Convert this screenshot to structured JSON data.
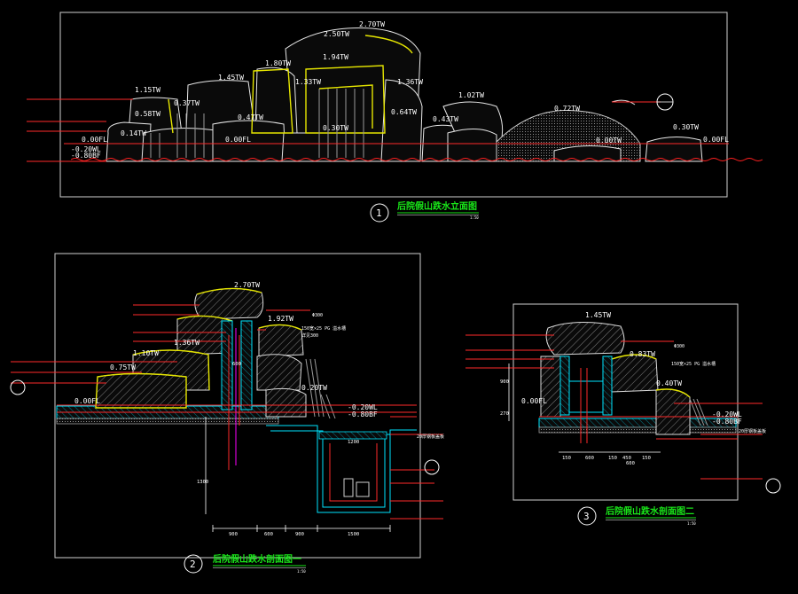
{
  "drawing1": {
    "title": "后院假山跌水立面图",
    "number": "1",
    "scale_label": "1:50",
    "levels": [
      "2.70TW",
      "2.50TW",
      "1.94TW",
      "1.80TW",
      "1.45TW",
      "1.33TW",
      "1.36TW",
      "1.15TW",
      "1.02TW",
      "0.72TW",
      "0.64TW",
      "0.58TW",
      "0.43TW",
      "0.47TW",
      "0.37TW",
      "0.30TW",
      "0.30TW",
      "0.14TW",
      "0.00TW",
      "0.00FL",
      "0.00FL",
      "0.00FL",
      "-0.20WL",
      "-0.80BF"
    ]
  },
  "drawing2": {
    "title": "后院假山跌水剖面图一",
    "number": "2",
    "scale_label": "1:50",
    "levels": [
      "2.70TW",
      "1.92TW",
      "1.36TW",
      "1.10TW",
      "0.75TW",
      "0.00FL",
      "0.20TW",
      "-0.20WL",
      "-0.80BF"
    ],
    "dims_bottom": [
      "900",
      "600",
      "900",
      "1500"
    ],
    "dims_misc": [
      "1200",
      "600",
      "1300"
    ],
    "notes": [
      "150宽×25 PG 溢水槽",
      "详见300",
      "20厚钢板盖板",
      "Φ300"
    ]
  },
  "drawing3": {
    "title": "后院假山跌水剖面图二",
    "number": "3",
    "scale_label": "1:50",
    "levels": [
      "1.45TW",
      "0.83TW",
      "0.40TW",
      "0.00FL",
      "-0.20WL",
      "-0.80BF"
    ],
    "dims_bottom": [
      "150",
      "600",
      "150",
      "450",
      "150"
    ],
    "dims_misc": [
      "600",
      "900",
      "270"
    ],
    "notes": [
      "150宽×25 PG 溢水槽",
      "Φ300",
      "20厚钢板盖板"
    ]
  },
  "colors": {
    "rock_outline": "#e8e8e8",
    "highlight": "#e6e600",
    "leader": "#ff2a2a",
    "water": "#00e5ff",
    "title": "#19e619",
    "background": "#000000"
  }
}
